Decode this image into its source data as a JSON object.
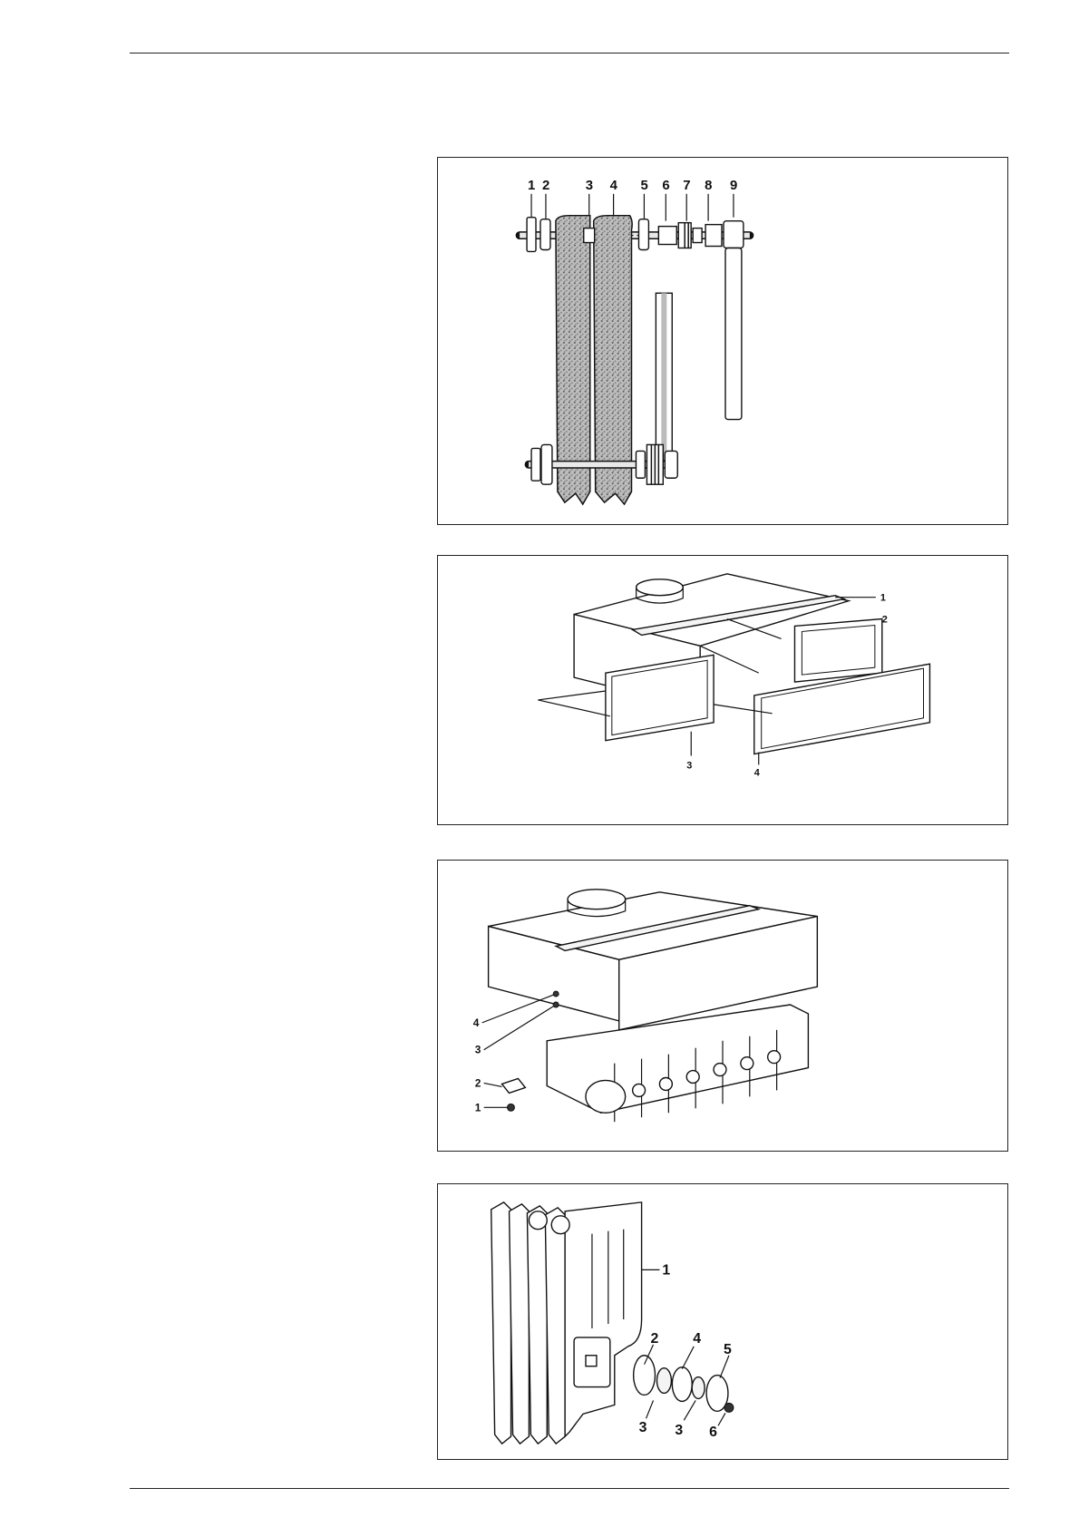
{
  "figure1": {
    "callouts": [
      "1",
      "2",
      "3",
      "4",
      "5",
      "6",
      "7",
      "8",
      "9"
    ]
  },
  "figure2": {
    "callouts": [
      "1",
      "2",
      "3",
      "4"
    ]
  },
  "figure3": {
    "callouts": [
      "4",
      "3",
      "2",
      "1"
    ]
  },
  "figure4": {
    "callouts": [
      "1",
      "2",
      "4",
      "5",
      "3",
      "3",
      "6"
    ]
  }
}
